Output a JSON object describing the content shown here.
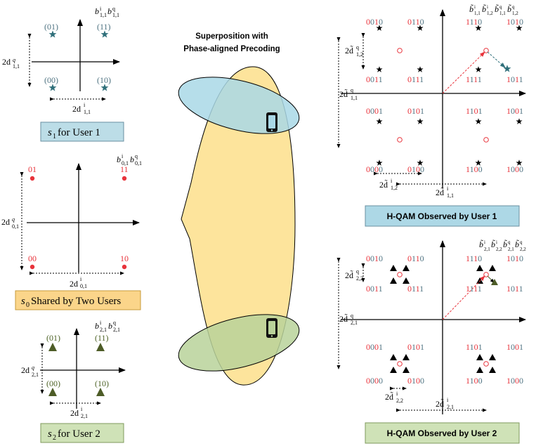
{
  "colors": {
    "blue_box": "#bcdde7",
    "orange_box": "#fbd58a",
    "green_box": "#cfe2b7",
    "hqam_box1": "#add8e6",
    "hqam_box2": "#cfe2b7",
    "red_bit": "#e8333b",
    "blue_bit": "#4f7382",
    "green_bit": "#4f6428",
    "teal_star": "#2f6f7a",
    "olive_tri": "#4d5c27",
    "ellipse_yellow": "#fde49c",
    "ellipse_blue": "#a9d8e6",
    "ellipse_green": "#b9d29a"
  },
  "center": {
    "title_line1": "Superposition with",
    "title_line2": "Phase-aligned Precoding"
  },
  "s1": {
    "header_bits": "b",
    "header_sub1": "1,1",
    "header_sup1": "i",
    "header_bits2": "b",
    "header_sub2": "1,1",
    "header_sup2": "q",
    "labels": [
      "(01)",
      "(11)",
      "(00)",
      "(10)"
    ],
    "d_q": "2d",
    "d_q_sup": "q",
    "d_q_sub": "1,1",
    "d_i": "2d",
    "d_i_sup": "i",
    "d_i_sub": "1,1",
    "caption_sym": "s",
    "caption_sub": "1",
    "caption_text": " for User 1"
  },
  "s0": {
    "header_b": "b",
    "header_sup1": "i",
    "header_sub1": "0,1",
    "header_sup2": "q",
    "header_sub2": "0,1",
    "labels": [
      "01",
      "11",
      "00",
      "10"
    ],
    "d_q": "2d",
    "d_q_sup": "q",
    "d_q_sub": "0,1",
    "d_i": "2d",
    "d_i_sup": "i",
    "d_i_sub": "0,1",
    "caption_sym": "s",
    "caption_sub": "0",
    "caption_text": " Shared by Two Users"
  },
  "s2": {
    "header_b": "b",
    "header_sup1": "i",
    "header_sub1": "2,1",
    "header_sup2": "q",
    "header_sub2": "2,1",
    "labels": [
      "(01)",
      "(11)",
      "(00)",
      "(10)"
    ],
    "d_q": "2d",
    "d_q_sup": "q",
    "d_q_sub": "2,1",
    "d_i": "2d",
    "d_i_sup": "i",
    "d_i_sub": "2,1",
    "caption_sym": "s",
    "caption_sub": "2",
    "caption_text": " for User 2"
  },
  "hqam1": {
    "caption": "H-QAM Observed by User 1",
    "header": "b̃ⁱ₁,₁b̃ⁱ₁,₂b̃ᑫ₁,₁b̃ᑫ₁,₂",
    "header_sub_a": "1,1",
    "header_sub_b": "1,2",
    "row1": [
      "0010",
      "0110",
      "1110",
      "1010"
    ],
    "row2": [
      "0011",
      "0111",
      "1111",
      "1011"
    ],
    "row3": [
      "0001",
      "0101",
      "1101",
      "1001"
    ],
    "row4": [
      "0000",
      "0100",
      "1100",
      "1000"
    ],
    "d_q_small_sub": "1,2",
    "d_q_big_sub": "1,1",
    "d_i_small_sub": "1,2",
    "d_i_big_sub": "1,1"
  },
  "hqam2": {
    "caption": "H-QAM Observed by User 2",
    "header_sub_a": "2,1",
    "header_sub_b": "2,2",
    "row1": [
      "0010",
      "0110",
      "1110",
      "1010"
    ],
    "row2": [
      "0011",
      "0111",
      "1111",
      "1011"
    ],
    "row3": [
      "0001",
      "0101",
      "1101",
      "1001"
    ],
    "row4": [
      "0000",
      "0100",
      "1100",
      "1000"
    ],
    "d_q_small_sub": "2,2",
    "d_q_big_sub": "2,1",
    "d_i_small_sub": "2,2",
    "d_i_big_sub": "2,1"
  }
}
